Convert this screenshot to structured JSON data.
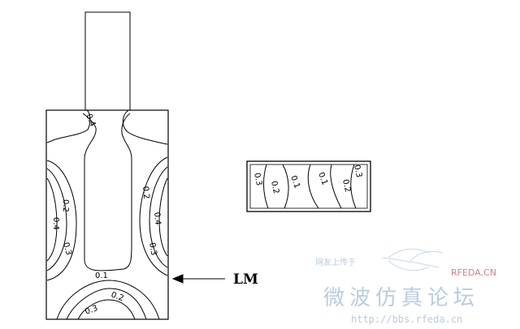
{
  "contour_labels": {
    "main": [
      {
        "text": "0.4",
        "angle": 68
      },
      {
        "text": "0.2",
        "angle": 90
      },
      {
        "text": "0.4",
        "angle": 90
      },
      {
        "text": "0.3",
        "angle": 75
      },
      {
        "text": "0.2",
        "angle": 85
      },
      {
        "text": "0.4",
        "angle": 85
      },
      {
        "text": "0.3",
        "angle": 80
      },
      {
        "text": "0.1",
        "angle": 0
      },
      {
        "text": "0.2",
        "angle": 20
      },
      {
        "text": "0.3",
        "angle": -20
      }
    ],
    "side": [
      {
        "text": "0.3",
        "angle": 78
      },
      {
        "text": "0.2",
        "angle": 78
      },
      {
        "text": "0.1",
        "angle": 70
      },
      {
        "text": "0.1",
        "angle": 70
      },
      {
        "text": "0.2",
        "angle": 78
      },
      {
        "text": "0.3",
        "angle": 78
      }
    ]
  },
  "callout": {
    "label": "LM"
  },
  "watermark": {
    "line1": "网友上传于",
    "brand": "RFEDA.CN",
    "title": "微波仿真论坛",
    "url": "http://bbs.rfeda.cn"
  },
  "colors": {
    "ink": "#000000",
    "watermark": "#b9cde2",
    "brand": "#e07c7c"
  }
}
